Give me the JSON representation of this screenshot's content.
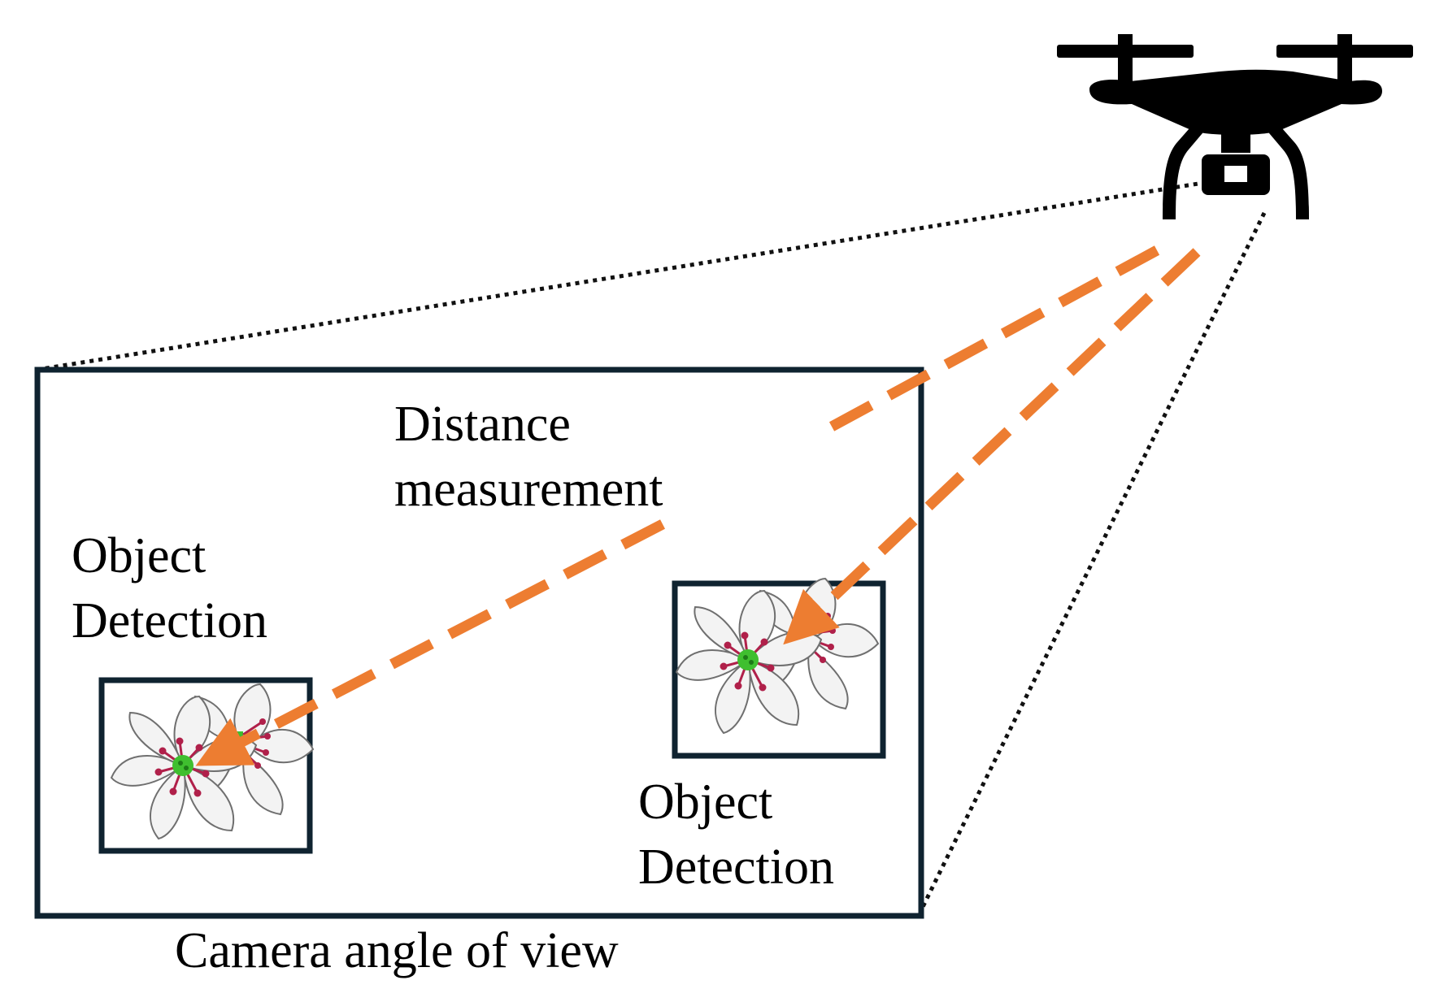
{
  "labels": {
    "distance_line1": "Distance",
    "distance_line2": "measurement",
    "left_det_line1": "Object",
    "left_det_line2": "Detection",
    "right_det_line1": "Object",
    "right_det_line2": "Detection",
    "camera_view": "Camera angle of view"
  },
  "colors": {
    "frame": "#0f2330",
    "arrow": "#ed7d31",
    "dotted": "#111111",
    "drone": "#000000",
    "petal_stroke": "#6f6f6f",
    "petal_fill": "#f3f3f3",
    "flower_center": "#3fbf2f",
    "stamen": "#b0204a"
  },
  "icons": [
    "drone-icon",
    "flower-icon",
    "flower-icon"
  ]
}
